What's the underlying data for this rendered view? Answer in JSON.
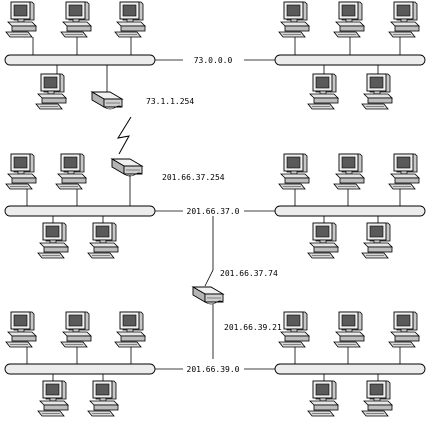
{
  "diagram": {
    "networks": [
      {
        "label": "73.0.0.0"
      },
      {
        "label": "201.66.37.0"
      },
      {
        "label": "201.66.39.0"
      }
    ],
    "addresses": {
      "router1": "73.1.1.254",
      "router2": "201.66.37.254",
      "router3_upper": "201.66.37.74",
      "router3_lower": "201.66.39.21"
    },
    "icons": {
      "computer": "computer-icon",
      "router": "router-icon"
    },
    "colors": {
      "line": "#000000",
      "bus_fill": "#ececec",
      "device_light": "#f0f0f0",
      "device_mid": "#c8c8c8",
      "device_dark": "#8c8c8c"
    }
  }
}
